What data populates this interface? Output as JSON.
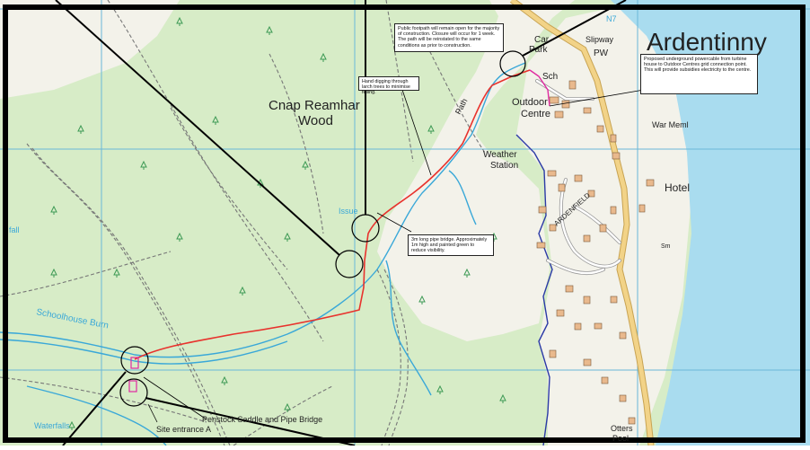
{
  "map": {
    "place_labels": {
      "ardentinny": "Ardentinny",
      "wood": "Cnap Reamhar\nWood",
      "wood_line1": "Cnap Reamhar",
      "wood_line2": "Wood",
      "outdoor_line1": "Outdoor",
      "outdoor_line2": "Centre",
      "weather_line1": "Weather",
      "weather_line2": "Station",
      "car_line1": "Car",
      "car_line2": "Park",
      "slipway": "Slipway",
      "pw": "PW",
      "sch": "Sch",
      "war_memorial": "War Meml",
      "hotel": "Hotel",
      "ardenfield": "ARDENFIELD",
      "issue": "Issue",
      "path": "Path",
      "schoolhouse_burn": "Schoolhouse Burn",
      "waterfalls": "Waterfalls",
      "fall": "fall",
      "otters_line1": "Otters",
      "otters_line2": "Pool",
      "road_number": "N7",
      "ruins": "Sm"
    },
    "annotations": {
      "footpath": "Public footpath will remain open for the majority of construction. Closure will occur for 1 week. The path will be reinstated to the same conditions as prior to construction.",
      "powercable": "Proposed underground powercable from turbine house to Outdoor Centres grid connection point.\nThis will provide subsidies electricity to the centre.",
      "hand_digging": "Hand digging through larch trees to minimise felling.",
      "pipe_bridge": "3m long pipe bridge. Approximately 1m high and painted green to reduce visibility.",
      "penstock": "Penstock Saddle and Pipe Bridge",
      "site_entrance": "Site entrance A"
    },
    "colors": {
      "land": "#f3f2ea",
      "woodland": "#d7ecc7",
      "sea": "#a9dcef",
      "water": "#3aa8d8",
      "grid": "#6ab7d8",
      "boundary": "#2b3aa6",
      "pipeline": "#e8322d",
      "cable": "#e02aa0",
      "road": "#f2d388",
      "building": "#e9b98d"
    }
  }
}
